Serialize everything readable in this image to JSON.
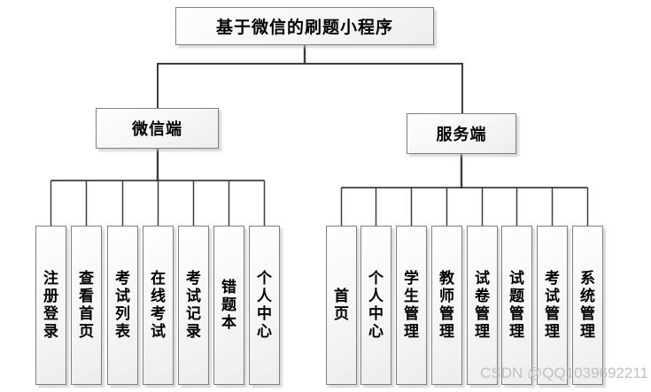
{
  "diagram": {
    "root": {
      "label": "基于微信的刷题小程序"
    },
    "branches": [
      {
        "label": "微信端",
        "children": [
          "注册登录",
          "查看首页",
          "考试列表",
          "在线考试",
          "考试记录",
          "错题本",
          "个人中心"
        ]
      },
      {
        "label": "服务端",
        "children": [
          "首页",
          "个人中心",
          "学生管理",
          "教师管理",
          "试卷管理",
          "试题管理",
          "考试管理",
          "系统管理"
        ]
      }
    ]
  },
  "watermark": {
    "text": "CSDN @QQ1039692211"
  },
  "colors": {
    "background": "#ffffff",
    "connector_line": "#3d3d3d",
    "box_border": "#7f7f7f",
    "box_fill_top": "#fefefe",
    "box_fill_bottom": "#ededed",
    "box_shadow": "#b9b9b9",
    "watermark_text": "#bbbbbb"
  }
}
